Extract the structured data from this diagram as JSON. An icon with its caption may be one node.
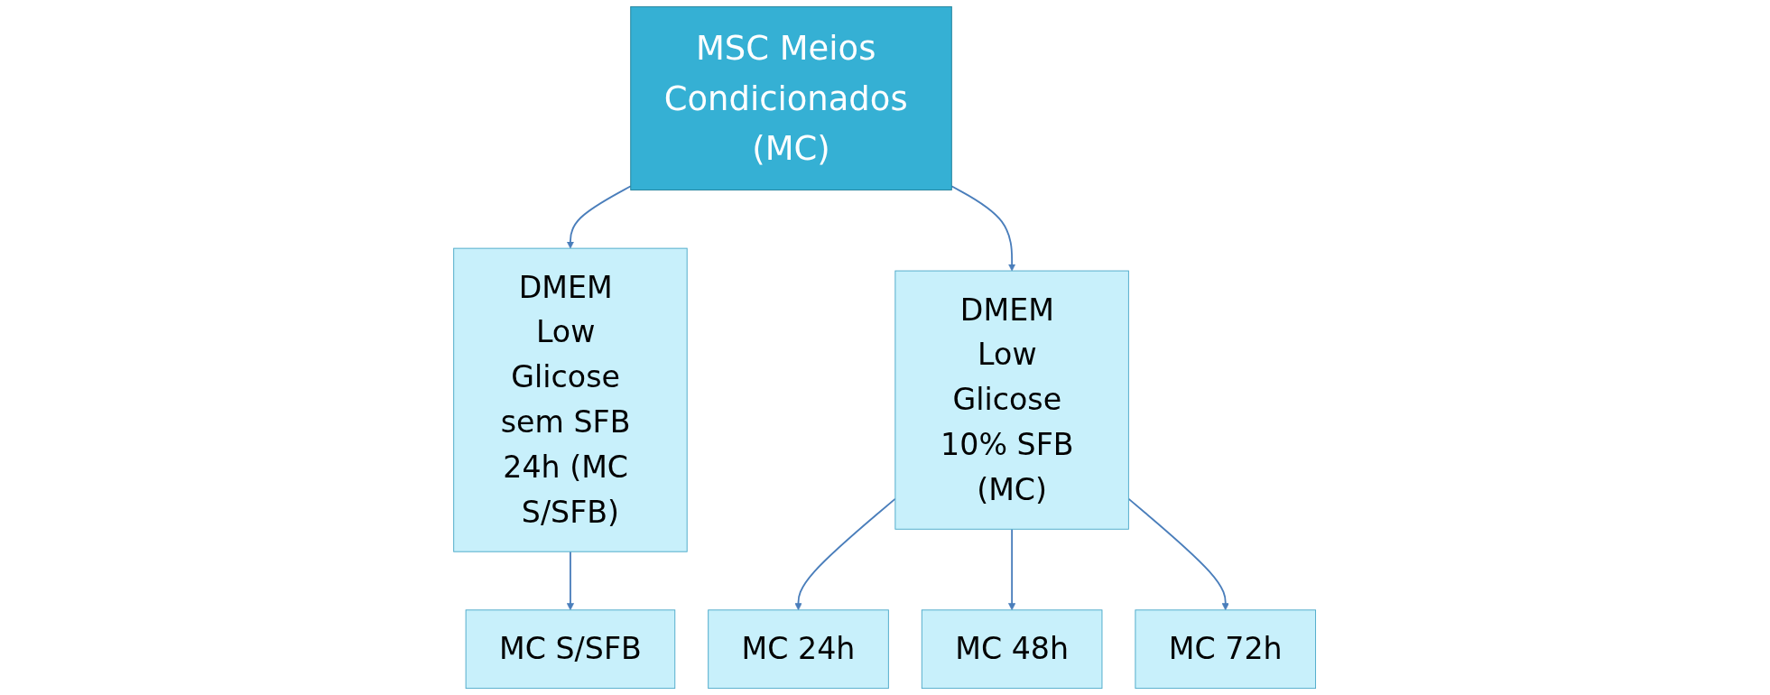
{
  "diagram": {
    "nodes": [
      {
        "text": [
          "MSC Meios Condicionados (MC)"
        ]
      },
      {
        "text": [
          "DMEM Low Glicose sem SFB 24h (MC S/SFB)"
        ]
      },
      {
        "text": [
          "DMEM Low Glicose 10% SFB (MC)"
        ]
      },
      {
        "text": [
          "MC S/SFB"
        ]
      },
      {
        "text": [
          "MC 24h"
        ]
      },
      {
        "text": [
          "MC 48h"
        ]
      },
      {
        "text": [
          "MC 72h"
        ]
      }
    ],
    "edges": [
      {
        "from": 0,
        "to": 1,
        "arrow": "to"
      },
      {
        "from": 0,
        "to": 2,
        "arrow": "to"
      },
      {
        "from": 1,
        "to": 3,
        "arrow": "to"
      },
      {
        "from": 2,
        "to": 4,
        "arrow": "to"
      },
      {
        "from": 2,
        "to": 5,
        "arrow": "to"
      },
      {
        "from": 2,
        "to": 6,
        "arrow": "to"
      }
    ]
  }
}
